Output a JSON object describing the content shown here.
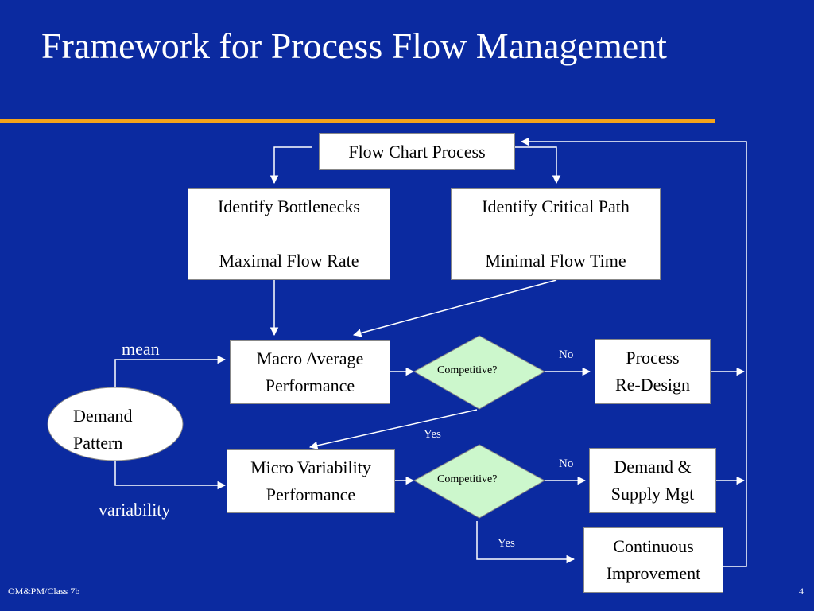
{
  "slide": {
    "title": "Framework for Process Flow Management",
    "footer_left": "OM&PM/Class 7b",
    "page_number": "4"
  },
  "colors": {
    "background": "#0b2aa0",
    "rule": "#f5a31a",
    "diamond_fill": "#ccf7cc",
    "box_fill": "#ffffff"
  },
  "nodes": {
    "flow_chart": "Flow Chart Process",
    "bottlenecks_line1": "Identify Bottlenecks",
    "bottlenecks_line2": "Maximal Flow Rate",
    "critical_line1": "Identify Critical Path",
    "critical_line2": "Minimal Flow Time",
    "macro_line1": "Macro Average",
    "macro_line2": "Performance",
    "micro_line1": "Micro Variability",
    "micro_line2": "Performance",
    "decision1": "Competitive?",
    "decision2": "Competitive?",
    "redesign_line1": "Process",
    "redesign_line2": "Re-Design",
    "dsm_line1": "Demand &",
    "dsm_line2": "Supply Mgt",
    "ci_line1": "Continuous",
    "ci_line2": "Improvement",
    "demand_line1": "Demand",
    "demand_line2": "Pattern"
  },
  "edge_labels": {
    "mean": "mean",
    "variability": "variability",
    "no1": "No",
    "yes1": "Yes",
    "no2": "No",
    "yes2": "Yes"
  }
}
